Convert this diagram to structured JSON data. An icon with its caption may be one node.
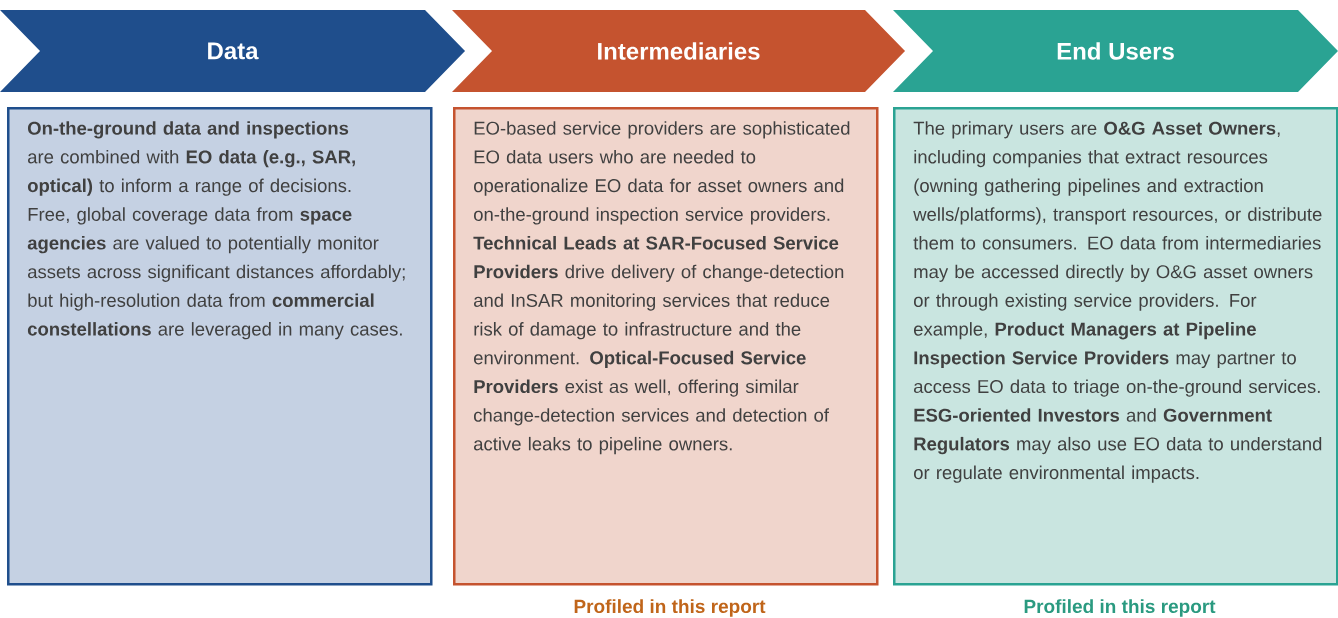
{
  "diagram": {
    "nodes": [
      {
        "text": [
          "Data"
        ]
      },
      {
        "text": [
          "Intermediaries"
        ]
      },
      {
        "text": [
          "End Users"
        ]
      },
      {
        "text": [
          "**On-the-ground data and inspections** are combined with **EO data (e.g., SAR, optical)** to inform a range of decisions. Free, global coverage data from **space agencies** are valued to potentially monitor assets across significant distances affordably; but high-resolution data from **commercial constellations** are leveraged in many cases."
        ]
      },
      {
        "text": [
          "EO-based service providers are sophisticated EO data users who are needed to operationalize EO data for asset owners and on-the-ground inspection service providers. **Technical Leads at SAR-Focused Service Providers** drive delivery of change-detection and InSAR monitoring services that reduce risk of damage to infrastructure and the environment. **Optical-Focused Service Providers** exist as well, offering similar change-detection services and detection of active leaks to pipeline owners."
        ],
        "beside": [
          "Profiled in this report"
        ]
      },
      {
        "text": [
          "The primary users are **O&G Asset Owners**, including companies that extract resources (owning gathering pipelines and extraction wells/platforms), transport resources, or distribute them to consumers. EO data from intermediaries may be accessed directly by O&G asset owners or through existing service providers. For example, **Product Managers at Pipeline Inspection Service Providers** may partner to access EO data to triage on-the-ground services. **ESG-oriented Investors** and **Government Regulators** may also use EO data to understand or regulate environmental impacts."
        ],
        "beside": [
          "Profiled in this report"
        ]
      }
    ]
  }
}
